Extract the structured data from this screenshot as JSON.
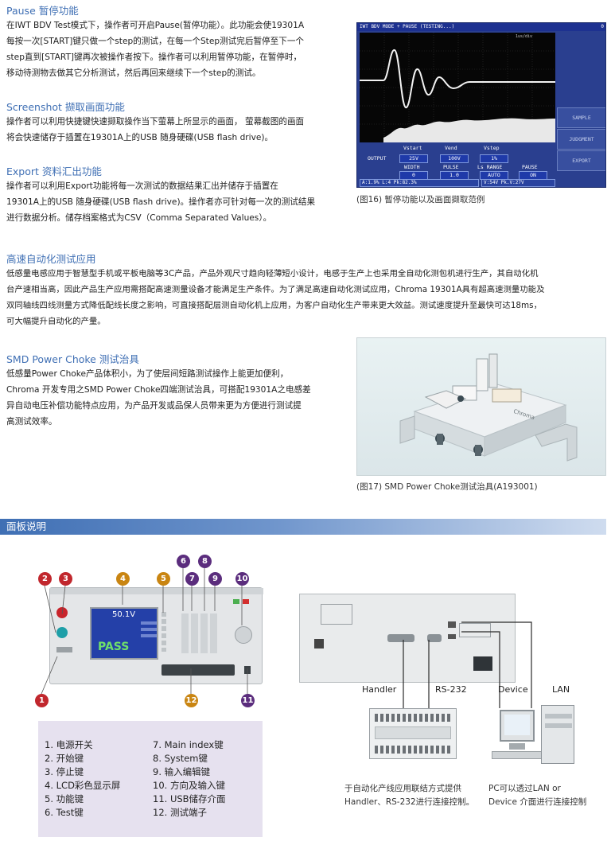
{
  "pause": {
    "title": "Pause 暂停功能",
    "lines": [
      "在IWT BDV Test模式下，操作者可开启Pause(暂停功能）。此功能会使19301A",
      "每按一次[START]键只做一个step的测试，在每一个Step测试完后暂停至下一个",
      "step直到[START]键再次被操作者按下。操作者可以利用暂停功能，在暂停时，",
      "移动待测物去做其它分析测试，然后再回来继续下一个step的测试。"
    ]
  },
  "screenshot": {
    "title": "Screenshot 撷取画面功能",
    "lines": [
      "操作者可以利用快捷键快速撷取操作当下萤幕上所显示的画面， 萤幕截图的画面",
      "将会快速储存于插置在19301A上的USB 随身硬碟(USB flash drive)。"
    ]
  },
  "export": {
    "title": "Export 资料汇出功能",
    "lines": [
      "操作者可以利用Export功能将每一次测试的数据结果汇出并储存于插置在",
      "19301A上的USB 随身硬碟(USB flash drive)。操作者亦可针对每一次的测试结果",
      "进行数据分析。储存档案格式为CSV（Comma Separated Values）。"
    ]
  },
  "figure16": {
    "caption": "(图16) 暂停功能以及画面撷取范例",
    "screen": {
      "title": "IWT BDV MODE + PAUSE (TESTING...)",
      "corner": "0",
      "scale_label": "1us/div",
      "buttons": [
        "SAMPLE",
        "JUDGMENT",
        "EXPORT"
      ],
      "row1_labels": [
        "Vstart",
        "Vend",
        "Vstep"
      ],
      "output_label": "OUTPUT",
      "row1_values": [
        "25V",
        "100V",
        "1%"
      ],
      "row2_labels": [
        "WIDTH",
        "PULSE",
        "Ls RANGE",
        "PAUSE"
      ],
      "row2_values": [
        "0",
        "1.0",
        "AUTO",
        "ON"
      ],
      "status_left": "A:1.9%  L:4  Pk:82.3%",
      "status_right": "V:54V  Pk.V:27V"
    }
  },
  "automation": {
    "title": "高速自动化测试应用",
    "lines": [
      "低感量电感应用于智慧型手机或平板电脑等3C产品，产品外观尺寸趋向轻薄短小设计，电感于生产上也采用全自动化测包机进行生产，其自动化机",
      "台产速相当高，因此产品生产应用需搭配高速测量设备才能满足生产条件。为了满足高速自动化测试应用，Chroma 19301A具有超高速测量功能及",
      "双同轴线四线测量方式降低配线长度之影响，可直接搭配层测自动化机上应用，为客户自动化生产带来更大效益。测试速度提升至最快可达18ms，",
      "可大幅提升自动化的产量。"
    ]
  },
  "smd": {
    "title": "SMD Power Choke 测试治具",
    "lines": [
      "低感量Power Choke产品体积小，为了使层间短路测试操作上能更加便利，",
      "Chroma 开发专用之SMD Power Choke四端测试治具，可搭配19301A之电感差",
      "异自动电压补偿功能特点应用，为产品开发或品保人员带来更为方便进行测试提",
      "高测试效率。"
    ]
  },
  "figure17": {
    "caption": "(图17) SMD Power Choke测试治具(A193001)",
    "brand": "Chroma"
  },
  "panel": {
    "title": "面板说明",
    "display_value": "50.1V",
    "display_result": "PASS",
    "numbers": [
      "1",
      "2",
      "3",
      "4",
      "5",
      "6",
      "7",
      "8",
      "9",
      "10",
      "11",
      "12"
    ],
    "legend_left": [
      "1.   电源开关",
      "2.   开始键",
      "3.   停止键",
      "4.   LCD彩色显示屏",
      "5.   功能键",
      "6.   Test键"
    ],
    "legend_right": [
      "7.   Main index键",
      "8.   System键",
      "9.   输入编辑键",
      "10. 方向及输入键",
      "11. USB储存介面",
      "12. 测试端子"
    ],
    "labels": {
      "handler": "Handler",
      "rs232": "RS-232",
      "device": "Device",
      "lan": "LAN"
    },
    "caption_left": [
      "于自动化产线应用联结方式提供",
      "Handler、RS-232进行连接控制。"
    ],
    "caption_right": [
      "PC可以透过LAN or",
      "Device 介面进行连接控制"
    ]
  },
  "colors": {
    "accent": "#3f6fb4",
    "red": "#c1272d",
    "gold": "#c98512",
    "purple": "#5b2d7d"
  }
}
